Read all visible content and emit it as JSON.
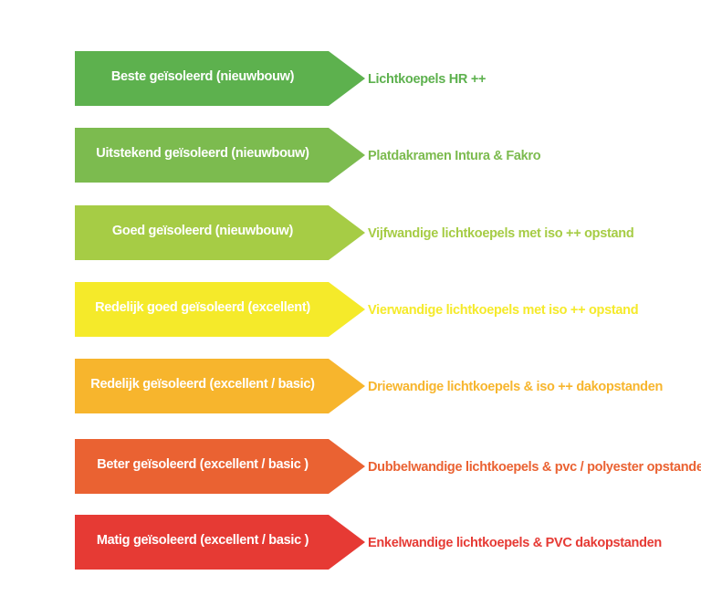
{
  "levels": [
    {
      "label": "Beste geïsoleerd (nieuwbouw)",
      "product": "Lichtkoepels HR ++",
      "color": "#5db14e"
    },
    {
      "label": "Uitstekend geïsoleerd (nieuwbouw)",
      "product": "Platdakramen Intura & Fakro",
      "color": "#7cbb4f"
    },
    {
      "label": "Goed geïsoleerd (nieuwbouw)",
      "product": "Vijfwandige lichtkoepels met iso ++ opstand",
      "color": "#a6cc45"
    },
    {
      "label": "Redelijk goed geïsoleerd  (excellent)",
      "product": "Vierwandige lichtkoepels  met iso ++ opstand",
      "color": "#f5ea2a"
    },
    {
      "label": "Redelijk geïsoleerd (excellent / basic)",
      "product": "Driewandige lichtkoepels  &  iso ++ dakopstanden",
      "color": "#f7b52d"
    },
    {
      "label": "Beter geïsoleerd (excellent / basic )",
      "product": "Dubbelwandige lichtkoepels & pvc / polyester opstanden",
      "color": "#ea6232"
    },
    {
      "label": "Matig geïsoleerd (excellent / basic )",
      "product": "Enkelwandige lichtkoepels  &  PVC dakopstanden",
      "color": "#e63a34"
    }
  ]
}
